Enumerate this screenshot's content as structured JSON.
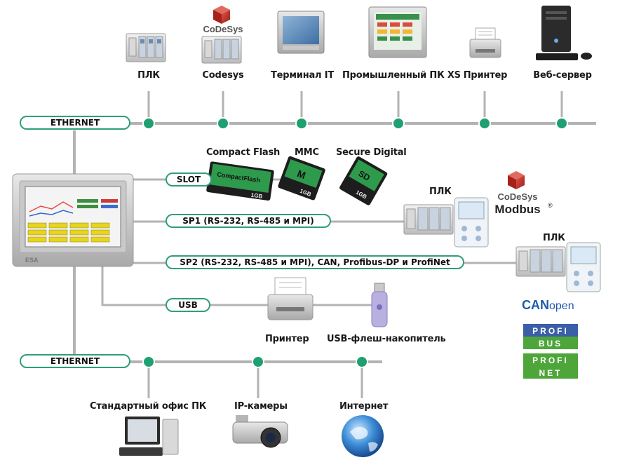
{
  "top_devices": [
    {
      "label": "ПЛК"
    },
    {
      "label": "Codesys"
    },
    {
      "label": "Терминал IT"
    },
    {
      "label": "Промышленный ПК XS"
    },
    {
      "label": "Принтер"
    },
    {
      "label": "Веб-сервер"
    }
  ],
  "top_bus": {
    "label": "ETHERNET"
  },
  "bottom_bus": {
    "label": "ETHERNET"
  },
  "bottom_devices": [
    {
      "label": "Стандартный офис ПК"
    },
    {
      "label": "IP-камеры"
    },
    {
      "label": "Интернет"
    }
  ],
  "slot": {
    "label": "SLOT",
    "cards": [
      {
        "name": "Compact Flash",
        "face_text": "CompactFlash",
        "size": "1GB"
      },
      {
        "name": "MMC",
        "face_text": "M",
        "size": "1GB"
      },
      {
        "name": "Secure Digital",
        "face_text": "SD",
        "size": "1GB"
      }
    ]
  },
  "sp1": {
    "label": "SP1 (RS-232, RS-485 и MPI)",
    "device_label": "ПЛК"
  },
  "sp2": {
    "label": "SP2 (RS-232, RS-485 и MPI), CAN, Profibus-DP и ProfiNet",
    "device_label": "ПЛК"
  },
  "usb": {
    "label": "USB",
    "printer_label": "Принтер",
    "flash_label": "USB-флеш-накопитель"
  },
  "logos": {
    "codesys_top": "CoDeSys",
    "codesys_right": "CoDeSys",
    "modbus": "Modbus",
    "modbus_mark": "®",
    "canopen_bold": "CAN",
    "canopen_light": "open",
    "profibus_top": "PROFI",
    "profibus_bottom": "BUS",
    "profinet_top": "PROFI",
    "profinet_bottom": "NET"
  },
  "hmi": {
    "brand": "ESA"
  },
  "colors": {
    "bus_line": "#b3b3b3",
    "node": "#1fa071",
    "pill_border": "#2f9e7a",
    "card_green": "#2e9a4c",
    "profi_blue": "#3a5fa8",
    "profi_green": "#4ea63a"
  }
}
